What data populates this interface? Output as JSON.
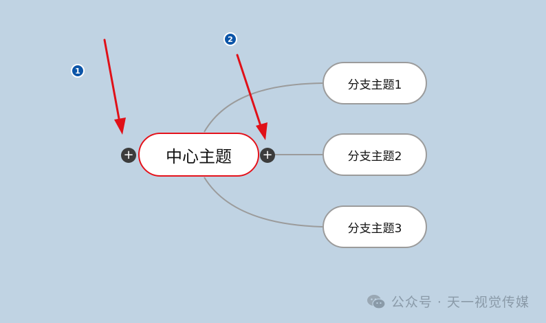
{
  "mindmap": {
    "center_topic": "中心主题",
    "branches": [
      {
        "label": "分支主题1"
      },
      {
        "label": "分支主题2"
      },
      {
        "label": "分支主题3"
      }
    ],
    "expand_left_symbol": "+",
    "expand_right_symbol": "+"
  },
  "annotations": {
    "marker_1": "1",
    "marker_2": "2"
  },
  "watermark": {
    "text": "公众号 · 天一视觉传媒",
    "icon": "wechat-icon"
  },
  "colors": {
    "background": "#c0d3e3",
    "center_border": "#e4121b",
    "branch_border": "#9b9b9b",
    "connector": "#9b9b9b",
    "arrow": "#e01018",
    "marker": "#0c55a8",
    "expand_button": "#3c3c3c"
  }
}
